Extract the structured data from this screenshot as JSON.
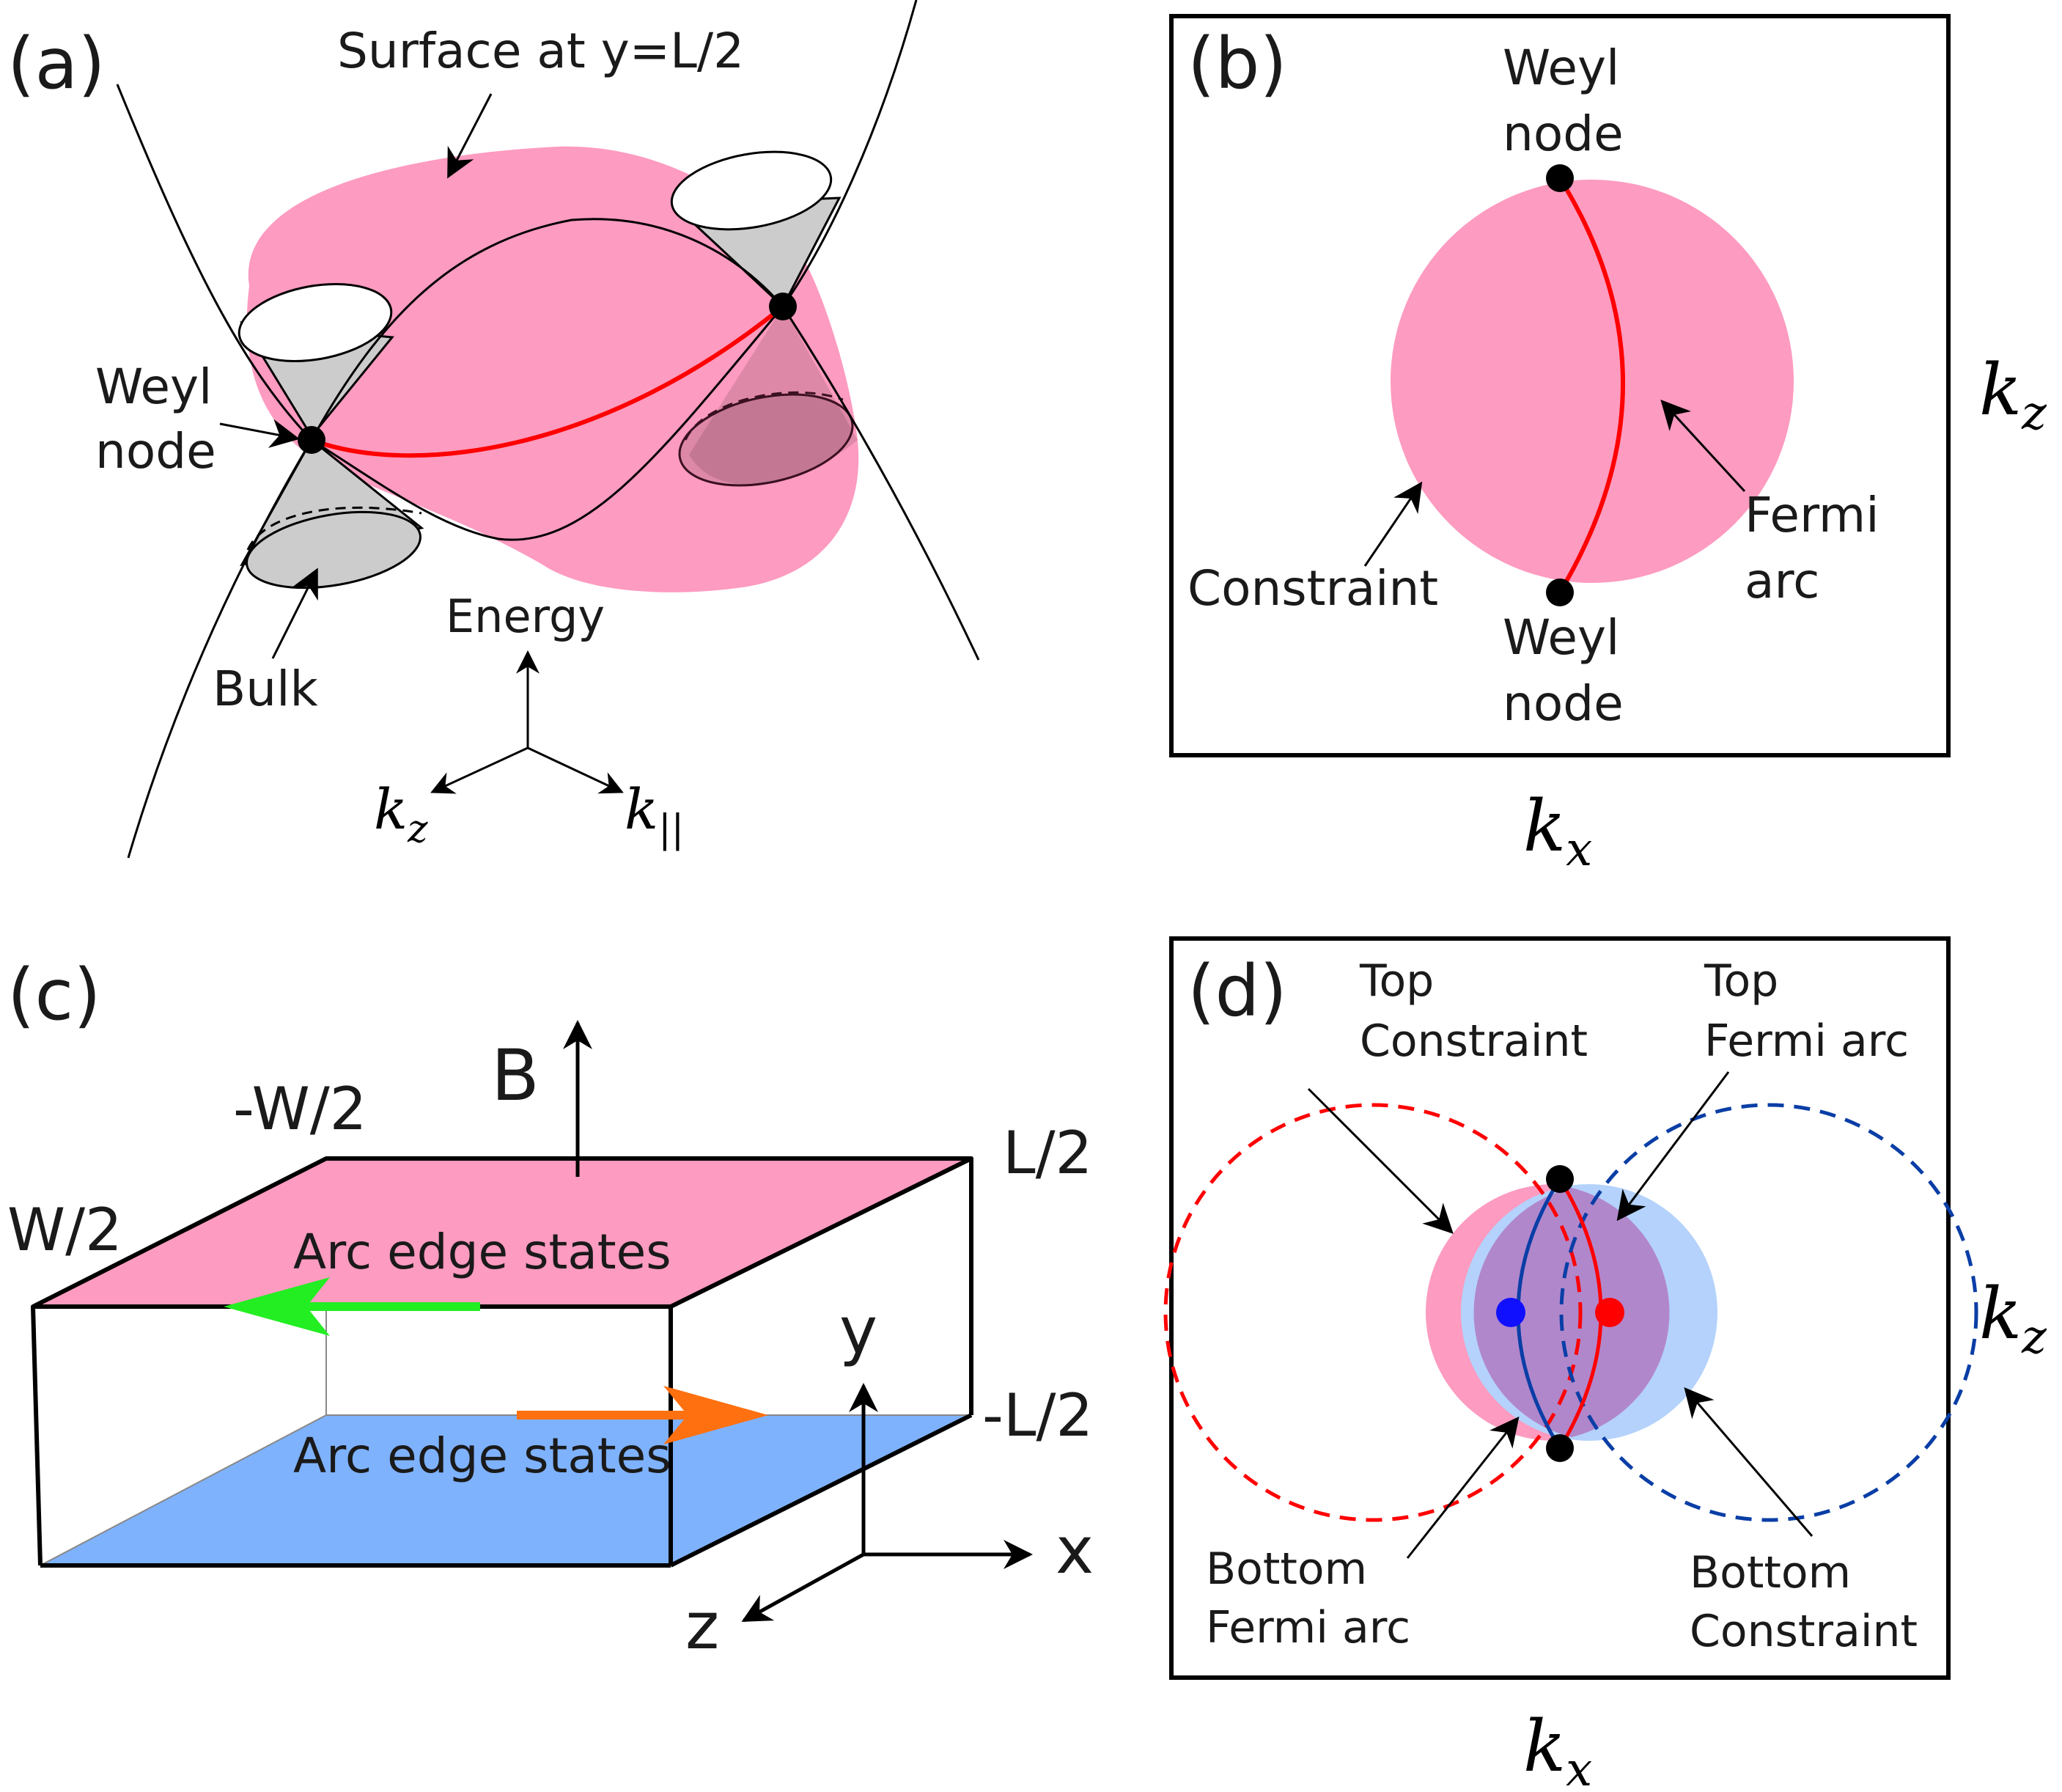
{
  "colors": {
    "pink": "#fd9bc0",
    "blue_fill": "#7fb2fd",
    "light_blue": "#b4d2fb",
    "overlap_purple": "#b187cc",
    "arc_red": "#ff0000",
    "arc_blue": "#0a3ea6",
    "node_blue": "#1010ff",
    "green_arrow": "#22ee22",
    "orange_arrow": "#ff7010",
    "cone_gray": "#cccccc"
  },
  "panel_a": {
    "label": "(a)",
    "surface_label": "Surface at y=L/2",
    "node_label_line1": "Weyl",
    "node_label_line2": "node",
    "bulk_label": "Bulk",
    "axis_energy": "Energy",
    "axis_kz_base": "k",
    "axis_kz_sub": "z",
    "axis_kpar_base": "k",
    "axis_kpar_sub": "||"
  },
  "panel_b": {
    "label": "(b)",
    "top_node_line1": "Weyl",
    "top_node_line2": "node",
    "bottom_node_line1": "Weyl",
    "bottom_node_line2": "node",
    "constraint_label": "Constraint",
    "arc_label_line1": "Fermi",
    "arc_label_line2": "arc",
    "axis_x_base": "k",
    "axis_x_sub": "x",
    "axis_y_base": "k",
    "axis_y_sub": "z"
  },
  "panel_c": {
    "label": "(c)",
    "field_label": "B",
    "corner_minus_w": "-W/2",
    "corner_plus_w": "W/2",
    "corner_plus_l": "L/2",
    "corner_minus_l": "-L/2",
    "top_states": "Arc edge states",
    "bottom_states": "Arc edge states",
    "axis_y": "y",
    "axis_x": "x",
    "axis_z": "z"
  },
  "panel_d": {
    "label": "(d)",
    "top_constraint_line1": "Top",
    "top_constraint_line2": "Constraint",
    "top_arc_line1": "Top",
    "top_arc_line2": "Fermi arc",
    "bottom_arc_line1": "Bottom",
    "bottom_arc_line2": "Fermi arc",
    "bottom_constraint_line1": "Bottom",
    "bottom_constraint_line2": "Constraint",
    "axis_x_base": "k",
    "axis_x_sub": "x",
    "axis_y_base": "k",
    "axis_y_sub": "z"
  }
}
